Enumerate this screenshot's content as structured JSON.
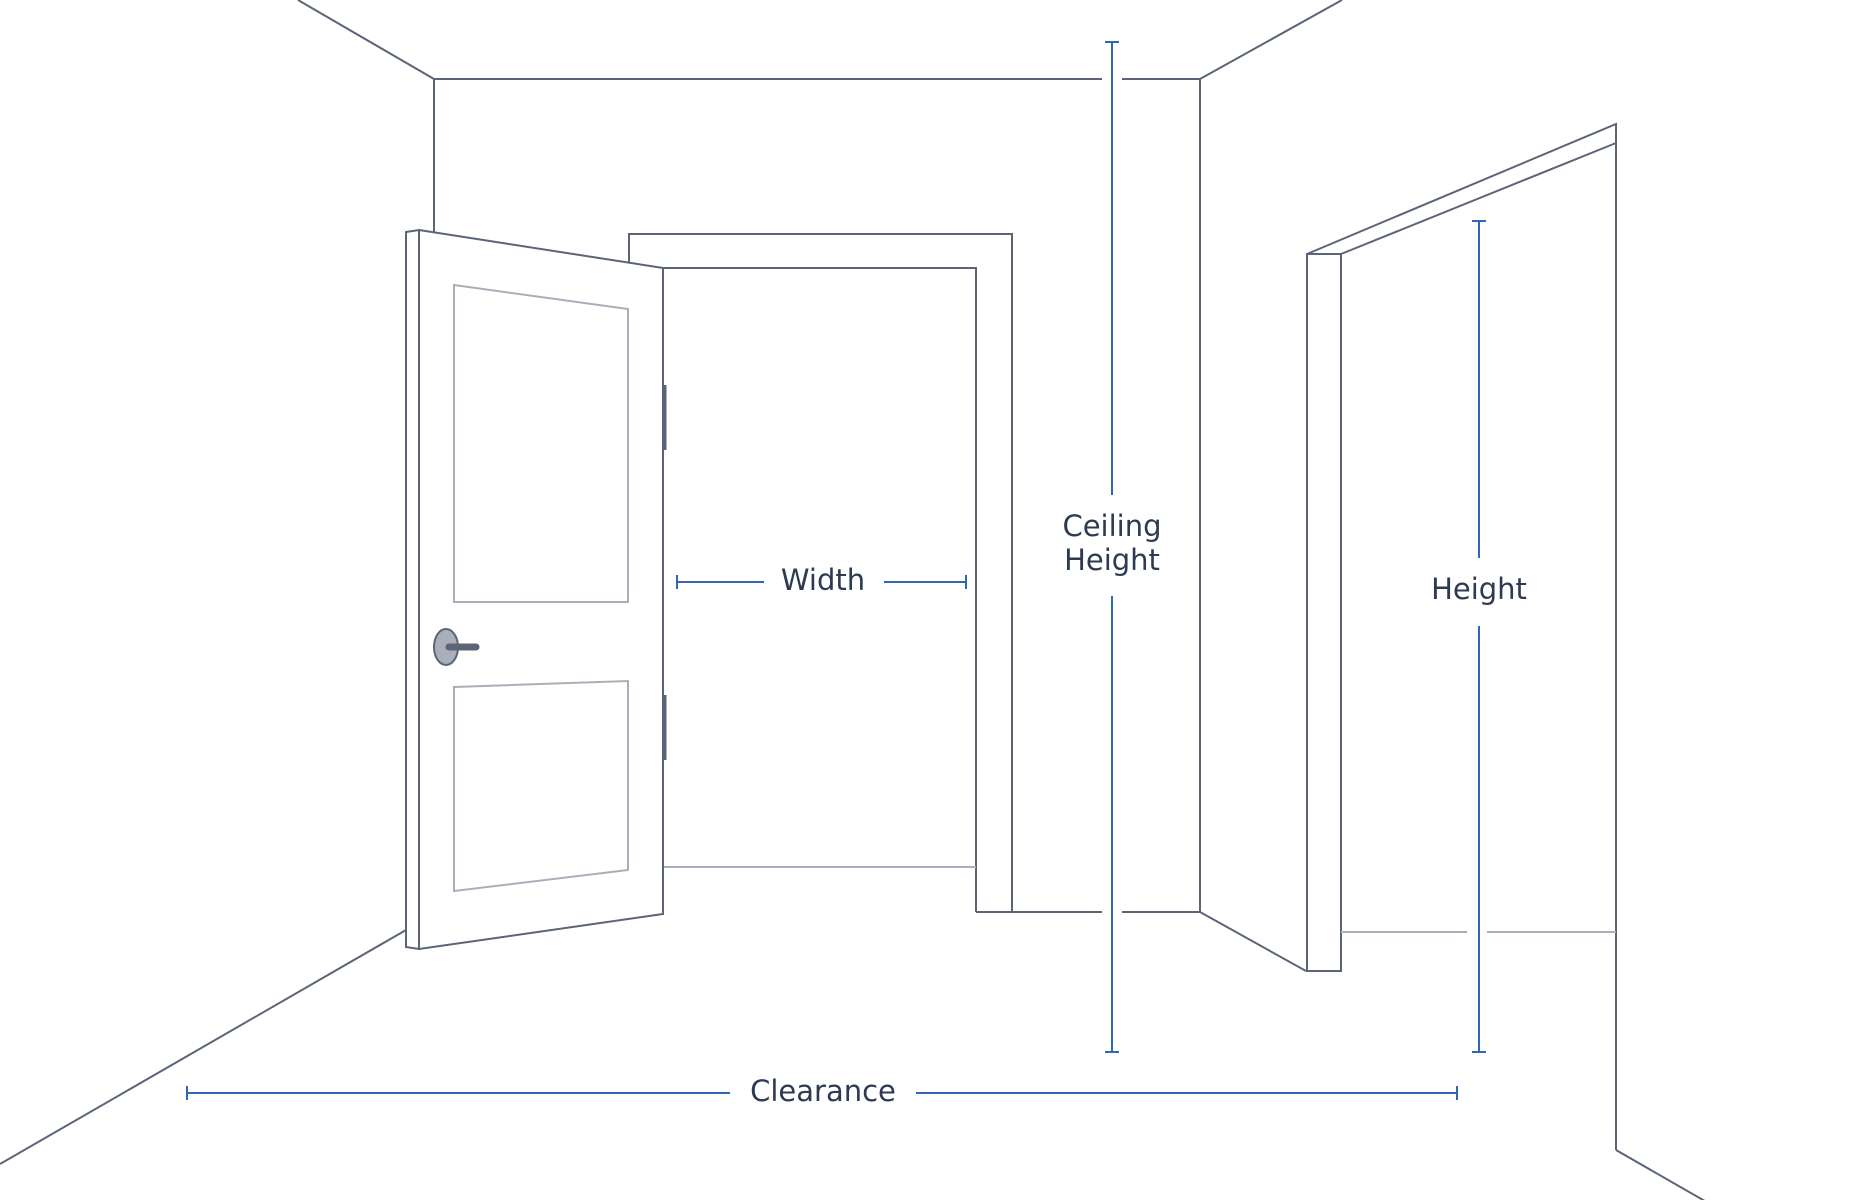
{
  "labels": {
    "width": "Width",
    "ceiling_line1": "Ceiling",
    "ceiling_line2": "Height",
    "height": "Height",
    "clearance": "Clearance"
  },
  "colors": {
    "line": "#5b6577",
    "light_line": "#a9afba",
    "dimension": "#2f67b5",
    "text": "#2c3b52",
    "handle": "#a9afba"
  },
  "icons": {
    "door_handle": "door-handle-icon"
  }
}
